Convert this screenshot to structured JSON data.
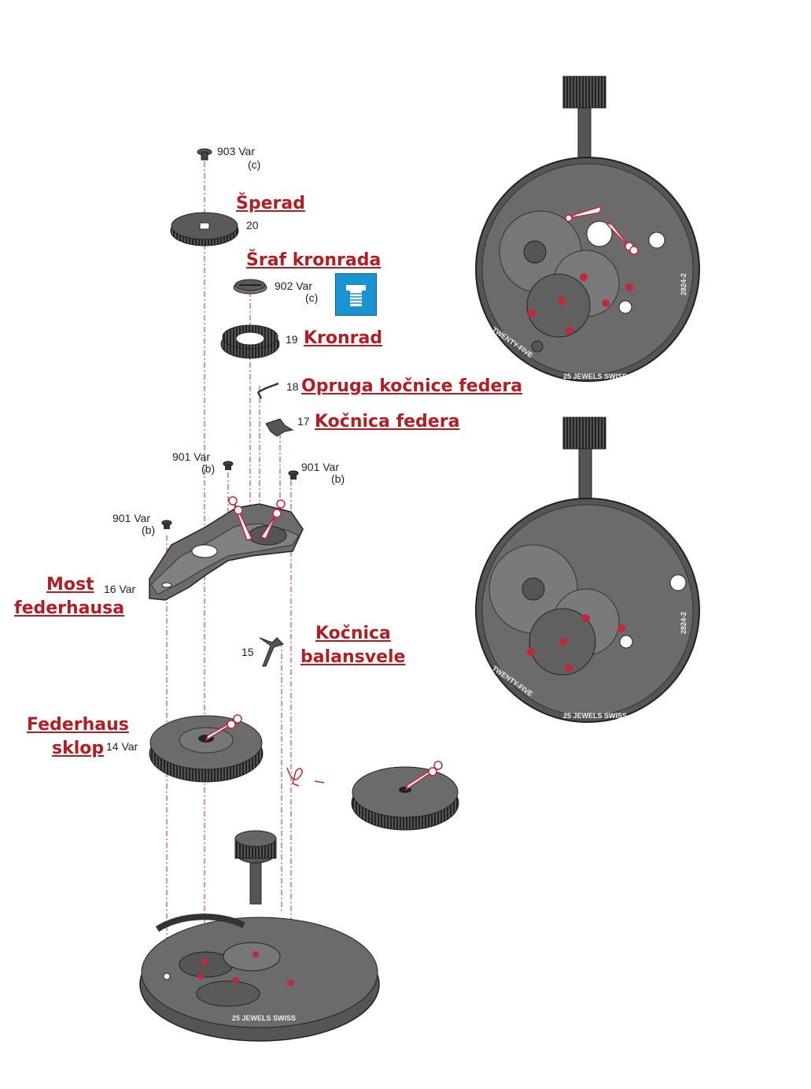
{
  "labels": {
    "sperad": "Šperad",
    "sraf_kronrada": "Šraf kronrada",
    "kronrad": "Kronrad",
    "opruga_kocnice": "Opruga kočnice federa",
    "kocnica_federa": "Kočnica federa",
    "most_line1": "Most",
    "most_line2": "federhausa",
    "kocnica_bal_line1": "Kočnica",
    "kocnica_bal_line2": "balansvele",
    "federhaus_line1": "Federhaus",
    "federhaus_line2": "sklop"
  },
  "part_numbers": {
    "p903": "903 Var",
    "p903_sub": "(c)",
    "p20": "20",
    "p902": "902 Var",
    "p902_sub": "(c)",
    "p19": "19",
    "p18": "18",
    "p17": "17",
    "p901a": "901 Var",
    "p901a_sub": "(b)",
    "p901b": "901 Var",
    "p901b_sub": "(b)",
    "p901c": "901 Var",
    "p901c_sub": "(b)",
    "p16": "16 Var",
    "p15": "15",
    "p14": "14 Var"
  },
  "movement_text": {
    "jewels": "25 JEWELS SWISS",
    "brand": "TWENTY-FIVE",
    "calibre": "2824-2"
  },
  "colors": {
    "accent_red": "#b01f24",
    "part_dark": "#4a4a4a",
    "part_mid": "#6b6b6b",
    "icon_blue": "#1a93d0"
  }
}
